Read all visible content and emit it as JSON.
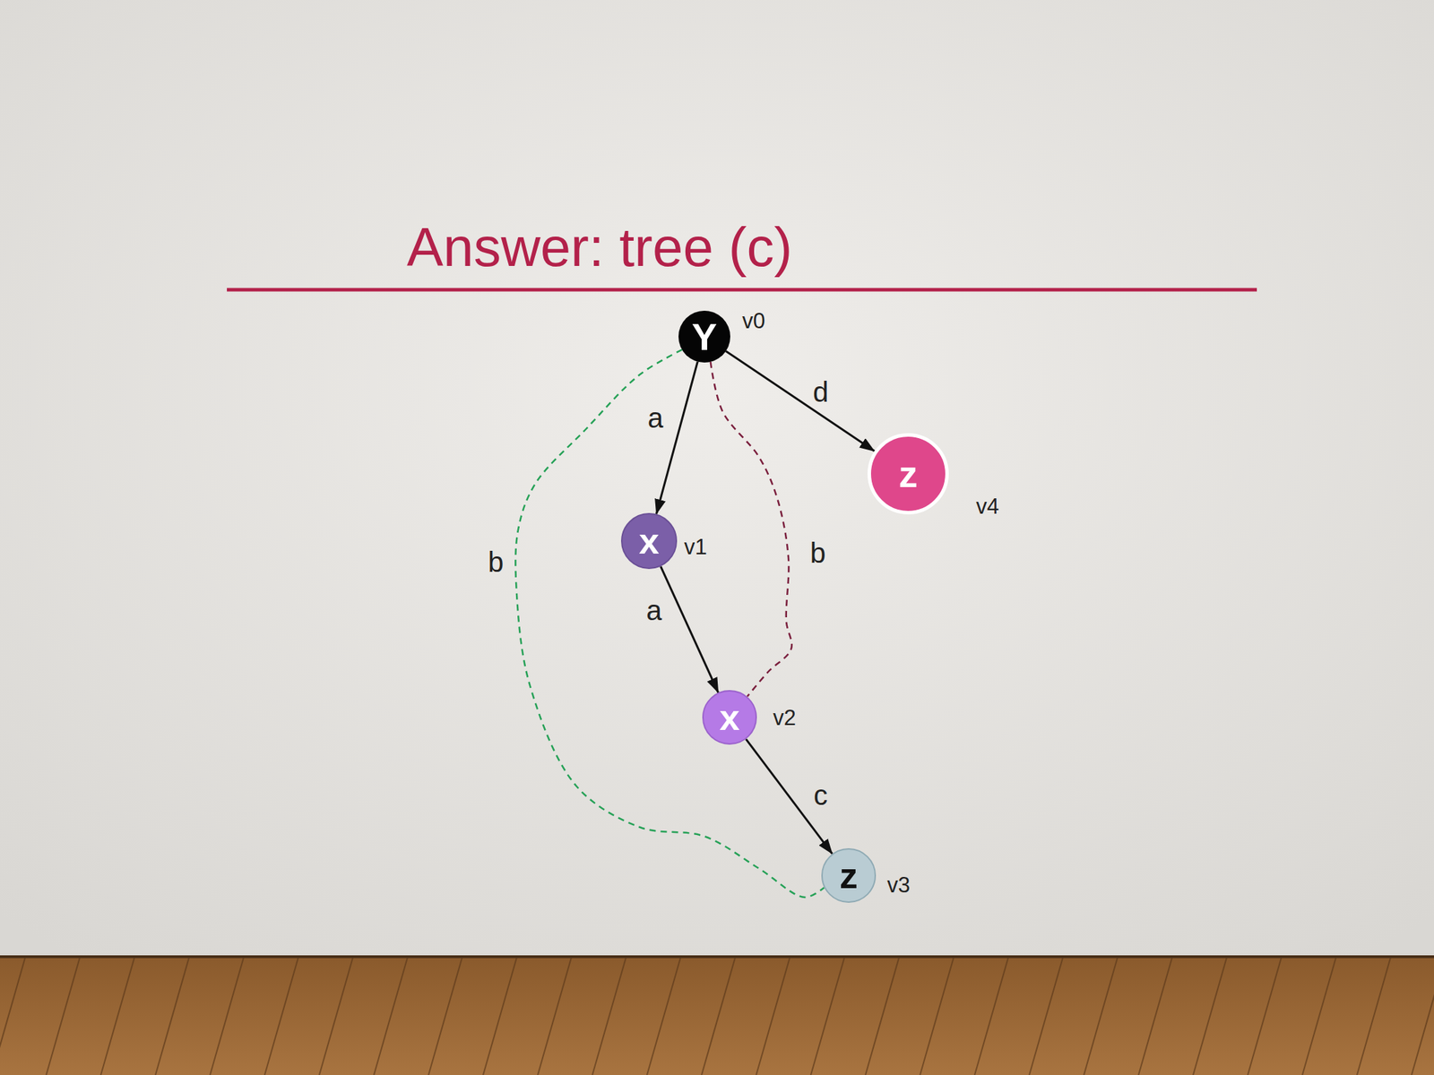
{
  "diagram": {
    "title": "Answer: tree (c)",
    "nodes": [
      {
        "text": [
          "Y",
          "v0"
        ]
      },
      {
        "text": [
          "x",
          "v1"
        ]
      },
      {
        "text": [
          "x",
          "v2"
        ]
      },
      {
        "text": [
          "z",
          "v3"
        ]
      },
      {
        "text": [
          "z",
          "v4"
        ]
      }
    ],
    "edges": [
      {
        "from": 0,
        "to": 1,
        "arrow": "to",
        "label": "a"
      },
      {
        "from": 0,
        "to": 4,
        "arrow": "to",
        "label": "d"
      },
      {
        "from": 1,
        "to": 2,
        "arrow": "to",
        "label": "a"
      },
      {
        "from": 2,
        "to": 3,
        "arrow": "to",
        "label": "c"
      },
      {
        "from": 0,
        "to": 3,
        "arrow": "none",
        "label": "b"
      },
      {
        "from": 0,
        "to": 2,
        "arrow": "none",
        "label": "b"
      }
    ]
  }
}
